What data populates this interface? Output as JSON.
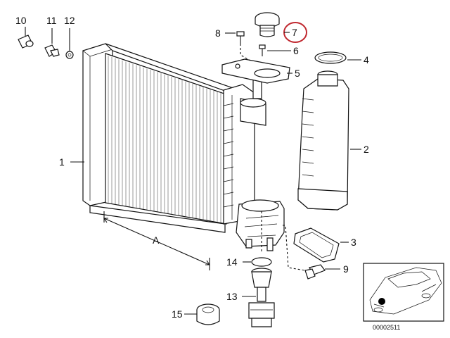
{
  "callouts": {
    "c1": "1",
    "c2": "2",
    "c3": "3",
    "c4": "4",
    "c5": "5",
    "c6": "6",
    "c7": "7",
    "c8": "8",
    "c9": "9",
    "c10": "10",
    "c11": "11",
    "c12": "12",
    "c13": "13",
    "c14": "14",
    "c15": "15"
  },
  "dimension_label": "A",
  "highlight_color": "#c0282f",
  "inset_code": "00002511"
}
